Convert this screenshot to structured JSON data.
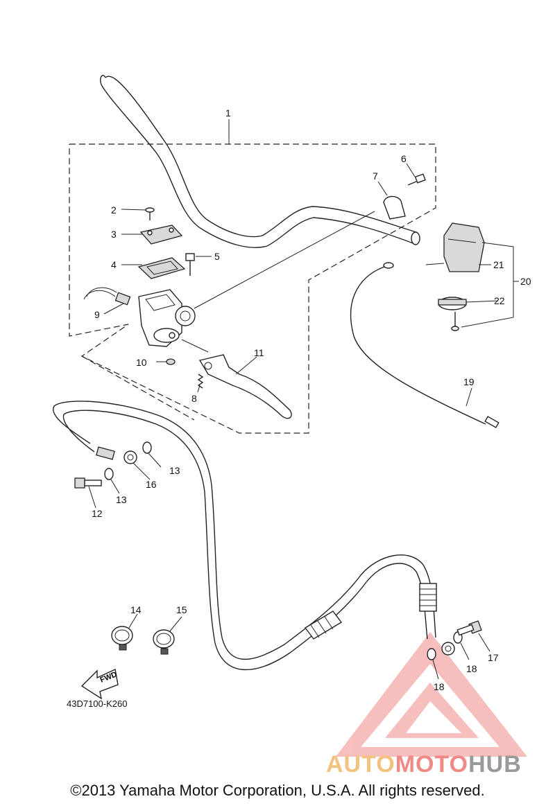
{
  "callouts": [
    {
      "id": "c1",
      "text": "1"
    },
    {
      "id": "c2",
      "text": "2"
    },
    {
      "id": "c3",
      "text": "3"
    },
    {
      "id": "c4",
      "text": "4"
    },
    {
      "id": "c5",
      "text": "5"
    },
    {
      "id": "c6",
      "text": "6"
    },
    {
      "id": "c7",
      "text": "7"
    },
    {
      "id": "c8",
      "text": "8"
    },
    {
      "id": "c9",
      "text": "9"
    },
    {
      "id": "c10",
      "text": "10"
    },
    {
      "id": "c11",
      "text": "11"
    },
    {
      "id": "c12",
      "text": "12"
    },
    {
      "id": "c13a",
      "text": "13"
    },
    {
      "id": "c13b",
      "text": "13"
    },
    {
      "id": "c14",
      "text": "14"
    },
    {
      "id": "c15",
      "text": "15"
    },
    {
      "id": "c16",
      "text": "16"
    },
    {
      "id": "c17",
      "text": "17"
    },
    {
      "id": "c18a",
      "text": "18"
    },
    {
      "id": "c18b",
      "text": "18"
    },
    {
      "id": "c19",
      "text": "19"
    },
    {
      "id": "c20",
      "text": "20"
    },
    {
      "id": "c21",
      "text": "21"
    },
    {
      "id": "c22",
      "text": "22"
    }
  ],
  "fwd_label": "FWD",
  "diagram_code": "43D7100-K260",
  "logo": {
    "part1": "AUTO",
    "part2": "MOTO",
    "part3": "HUB"
  },
  "copyright": "©2013 Yamaha Motor Corporation, U.S.A. All rights reserved.",
  "colors": {
    "logo_auto": "#f2c27e",
    "logo_moto": "#f08a86",
    "logo_hub": "#9a9a9a",
    "watermark": "#e85a55"
  }
}
